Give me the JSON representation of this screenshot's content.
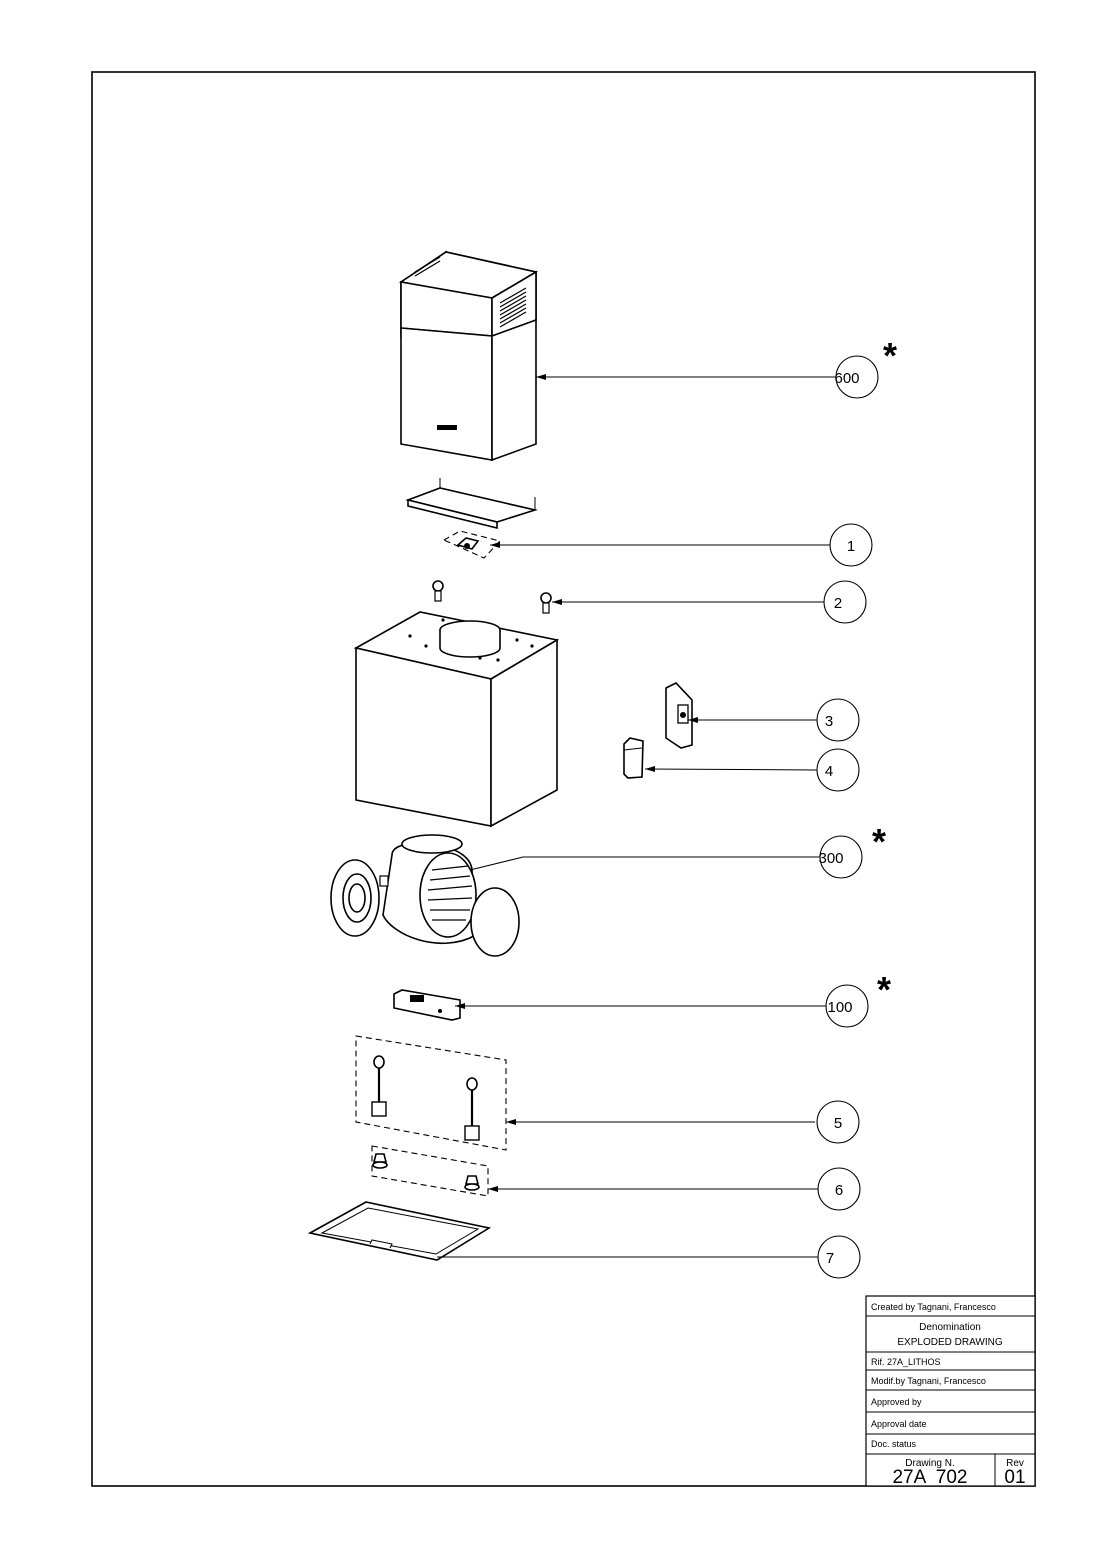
{
  "callouts": [
    {
      "id": "600",
      "label": "600",
      "starred": true
    },
    {
      "id": "1",
      "label": "1",
      "starred": false
    },
    {
      "id": "2",
      "label": "2",
      "starred": false
    },
    {
      "id": "3",
      "label": "3",
      "starred": false
    },
    {
      "id": "4",
      "label": "4",
      "starred": false
    },
    {
      "id": "300",
      "label": "300",
      "starred": true
    },
    {
      "id": "100",
      "label": "100",
      "starred": true
    },
    {
      "id": "5",
      "label": "5",
      "starred": false
    },
    {
      "id": "6",
      "label": "6",
      "starred": false
    },
    {
      "id": "7",
      "label": "7",
      "starred": false
    }
  ],
  "asterisk": "*",
  "title_block": {
    "created_by": "Created by Tagnani, Francesco",
    "denomination_label": "Denomination",
    "denomination": "EXPLODED DRAWING",
    "rif": "Rif. 27A_LITHOS",
    "modif_by": "Modif.by Tagnani, Francesco",
    "approved_by": "Approved by",
    "approval_date": "Approval date",
    "doc_status": "Doc. status",
    "drawing_n_label": "Drawing N.",
    "drawing_n": "27A  702",
    "rev_label": "Rev",
    "rev": "01"
  }
}
